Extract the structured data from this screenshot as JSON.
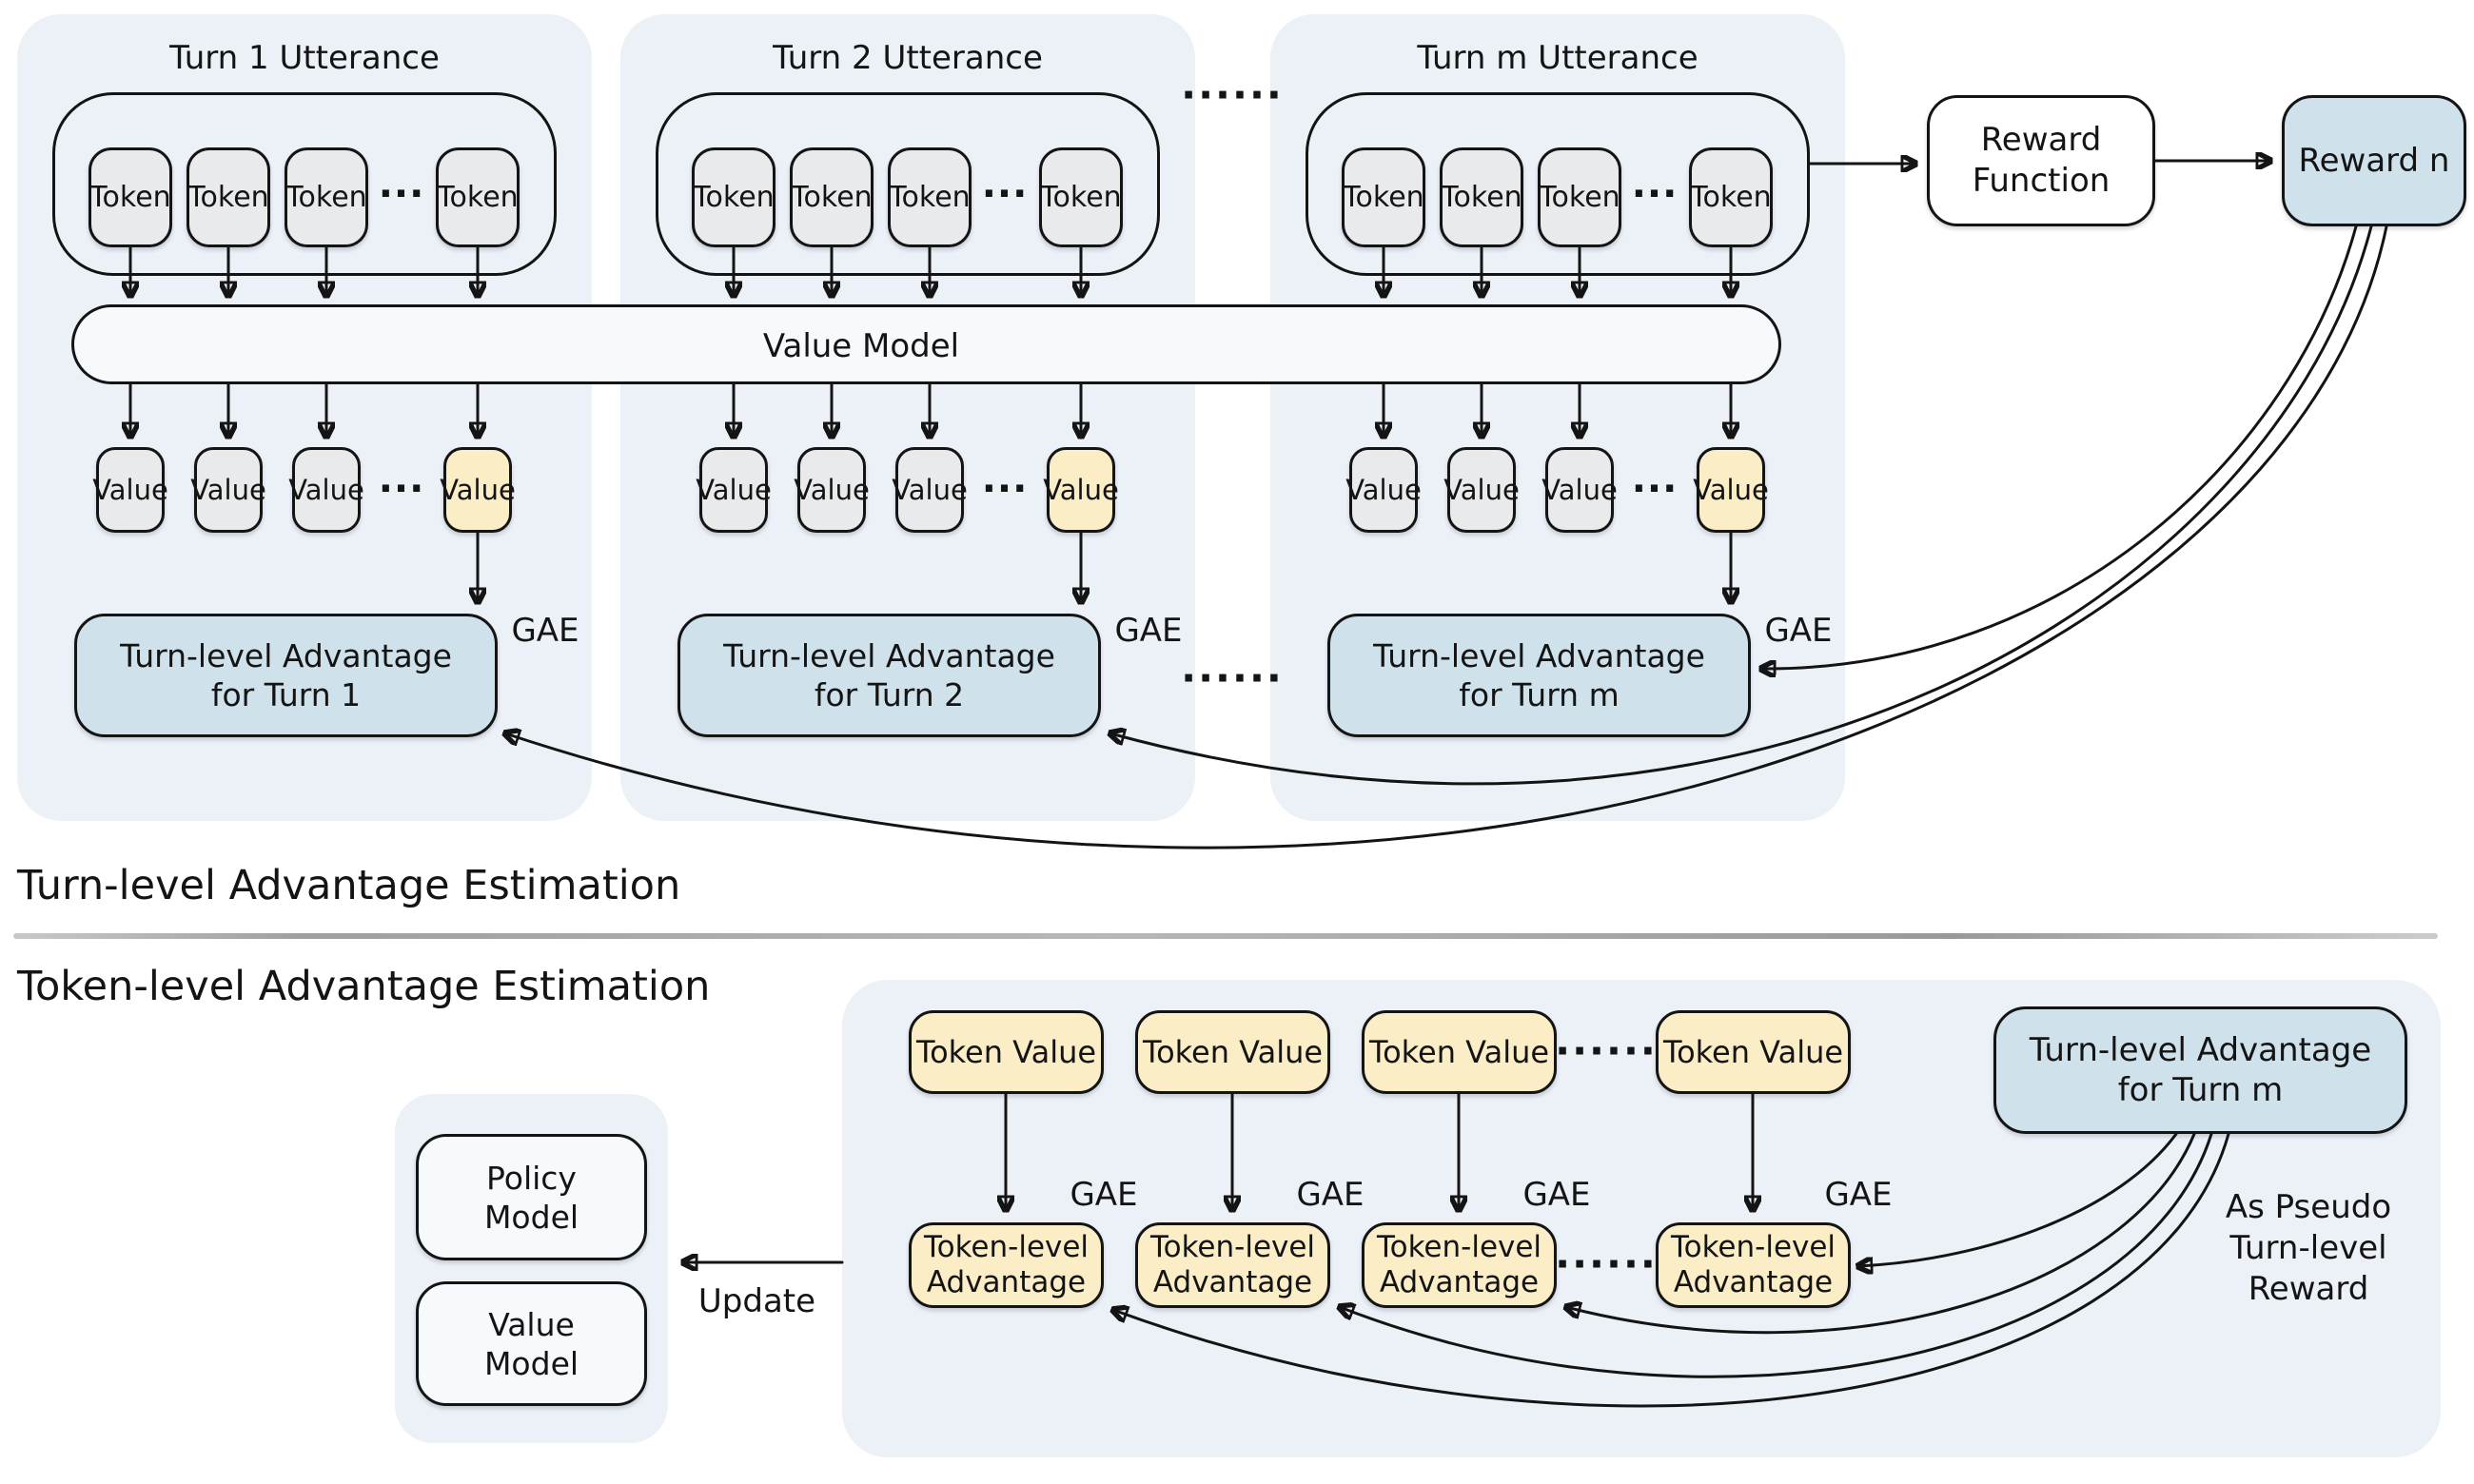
{
  "colors": {
    "panel_background": "#ecf1f8",
    "token_gray": "#e9eaec",
    "highlight_yellow": "#fbedc5",
    "advantage_blue": "#cfe2eb",
    "stroke": "#141414",
    "divider_gray": "#b0b0b0"
  },
  "labels": {
    "token": "Token",
    "value": "Value",
    "gae": "GAE",
    "dots": "···",
    "dots_wide": "······"
  },
  "turn_level": {
    "heading": "Turn-level Advantage Estimation",
    "value_model_label": "Value Model",
    "reward_function": {
      "line1": "Reward",
      "line2": "Function"
    },
    "reward_n": "Reward n",
    "panels": [
      {
        "title": "Turn 1 Utterance",
        "advantage_line1": "Turn-level Advantage",
        "advantage_line2": "for Turn 1"
      },
      {
        "title": "Turn 2 Utterance",
        "advantage_line1": "Turn-level Advantage",
        "advantage_line2": "for Turn 2"
      },
      {
        "title": "Turn m Utterance",
        "advantage_line1": "Turn-level Advantage",
        "advantage_line2": "for Turn m"
      }
    ]
  },
  "token_level": {
    "heading": "Token-level Advantage Estimation",
    "token_value_label": "Token Value",
    "token_advantage_line1": "Token-level",
    "token_advantage_line2": "Advantage",
    "turn_advantage_line1": "Turn-level Advantage",
    "turn_advantage_line2": "for Turn m",
    "pseudo_line1": "As Pseudo",
    "pseudo_line2": "Turn-level Reward",
    "update_label": "Update",
    "policy_model": {
      "line1": "Policy",
      "line2": "Model"
    },
    "value_model": {
      "line1": "Value",
      "line2": "Model"
    }
  }
}
